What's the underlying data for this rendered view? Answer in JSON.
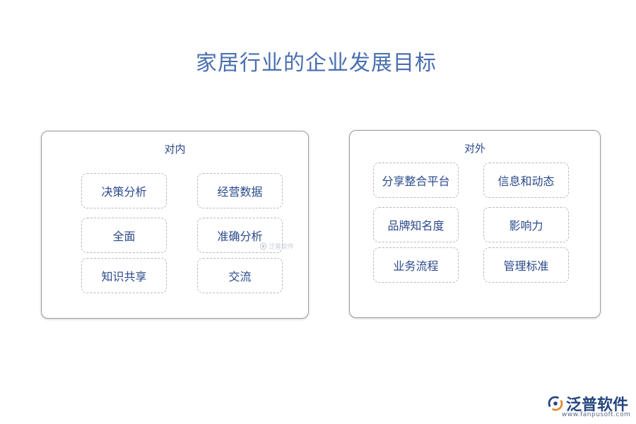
{
  "title": "家居行业的企业发展目标",
  "inner": {
    "heading": "对内",
    "items": [
      "决策分析",
      "经营数据",
      "全面",
      "准确分析",
      "知识共享",
      "交流"
    ]
  },
  "outer": {
    "heading": "对外",
    "items": [
      "分享整合平台",
      "信息和动态",
      "品牌知名度",
      "影响力",
      "业务流程",
      "管理标准"
    ]
  },
  "watermark": {
    "icon": "fanpu-logo-icon",
    "text": "泛普软件"
  },
  "logo": {
    "icon": "fanpu-logo-icon",
    "name": "泛普软件",
    "url": "www.fanpusoft.com"
  },
  "colors": {
    "title": "#4a6fb0",
    "text": "#2b4a8b",
    "logo": "#24457f"
  }
}
